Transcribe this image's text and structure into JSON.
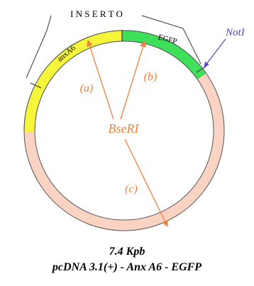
{
  "insert_label": "I N S E R T O",
  "enzyme_label": "BseRI",
  "notI_label": "NotI",
  "segments": [
    {
      "label": "anxA6",
      "color": "#f5f53a"
    },
    {
      "label": "EGFP",
      "color": "#3ee05a"
    }
  ],
  "fragment_labels": [
    "(a)",
    "(b)",
    "(c)"
  ],
  "plasmid_size": "7.4 Kpb",
  "plasmid_name": "pcDNA 3.1(+) - Anx A6 - EGFP",
  "colors": {
    "backbone": "#fbd3c3",
    "annotation": "#f08040",
    "notI": "#6040c0",
    "outline": "#555555"
  }
}
